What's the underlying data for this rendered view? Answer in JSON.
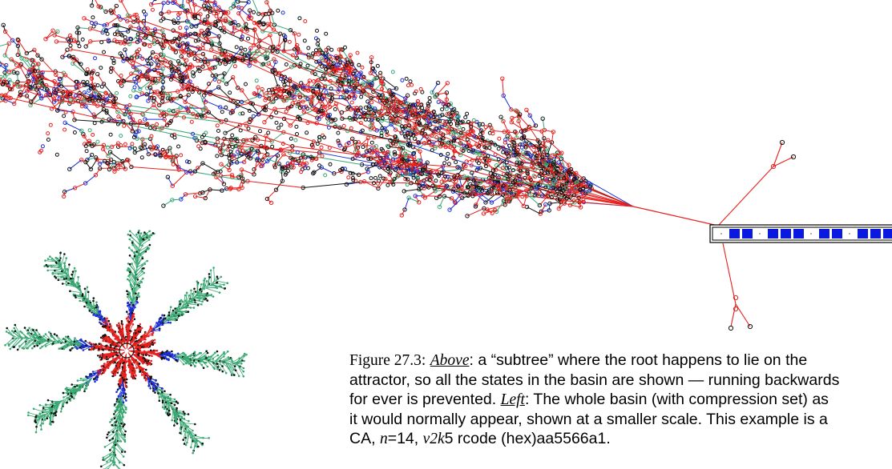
{
  "figure": {
    "label": "Figure 27.3:",
    "above_label": "Above",
    "left_label": "Left",
    "lines": {
      "l1_a": ": a “subtree” where the root happens to lie on the",
      "l2": "attractor, so all the states in the basin are shown — running backwards",
      "l3_a": "for ever is prevented. ",
      "l3_b": ": The whole basin (with compression set) as",
      "l4": "it would normally appear, shown at a smaller scale.  This example is a",
      "l5_a": "CA, ",
      "l5_n": "n",
      "l5_b": "=14, ",
      "l5_v": "v",
      "l5_2": "2",
      "l5_k": "k",
      "l5_5": "5 rcode (hex)aa5566a1."
    }
  },
  "attractor": {
    "cells": [
      "gap",
      "blue",
      "blue",
      "gap",
      "blue",
      "blue",
      "blue",
      "gap",
      "blue",
      "blue",
      "gap",
      "blue",
      "blue",
      "blue"
    ]
  },
  "colors": {
    "red": "#e8201e",
    "blue": "#1a2fd8",
    "green": "#3aa873",
    "black": "#111111",
    "attractor_blue": "#0a19e0"
  }
}
